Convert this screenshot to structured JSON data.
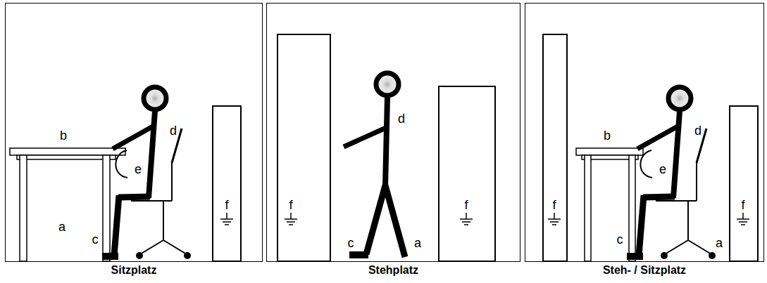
{
  "diagram": {
    "nodes": [
      {
        "text": [
          "Sitzplatz"
        ]
      },
      {
        "text": [
          "Stehplatz"
        ]
      },
      {
        "text": [
          "Steh- / Sitzplatz"
        ]
      },
      {
        "text": [
          "f"
        ],
        "in": 0
      },
      {
        "text": [
          "f"
        ],
        "in": 1
      },
      {
        "text": [
          "f"
        ],
        "in": 1
      },
      {
        "text": [
          "f"
        ],
        "in": 2
      },
      {
        "text": [
          "f"
        ],
        "in": 2
      }
    ],
    "labels": [
      "b",
      "a",
      "c",
      "d",
      "e",
      "d",
      "c",
      "a",
      "b",
      "d",
      "e",
      "c",
      "a"
    ]
  }
}
